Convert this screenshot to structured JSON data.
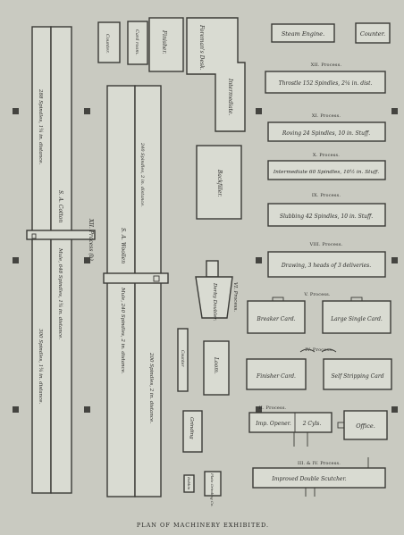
{
  "caption": "PLAN OF MACHINERY EXHIBITED.",
  "mules": {
    "left_mule_label": "288 Spindles, 1¾ in. distance.",
    "left_mule_label_lower": "300 Spindles, 1¾ in. distance.",
    "left_center_a": "S. A. Cotton",
    "left_center_b": "Mule, 648 Spindles, 1¾ in. distance.",
    "center_mule_top": "240 Spindles, 2 in. distance.",
    "center_a": "S. A. Woollen",
    "center_b": "Mule, 240 Spindles, 2 in. distance.",
    "center_mule_bottom": "200 Spindles, 2 in. distance.",
    "xii_process": "XII. Process (b)."
  },
  "machines": {
    "counter_top_left": "Counter.",
    "cardroom": "Card room.",
    "finisher": "Finisher.",
    "foremans_desk": "Foreman's Desk.",
    "intermediate": "Intermediate.",
    "steam_engine": "Steam Engine.",
    "counter_top_right": "Counter.",
    "backfiller": "Backfiller.",
    "derby_doubler": "Derby Doubler.",
    "process_vi": "VI. Process.",
    "counter_mid": "Counter",
    "loom": "Loom.",
    "grinding": "Grinding",
    "small_a": "Bobbin",
    "small_b": "Plate Grinding Co."
  },
  "processes": [
    {
      "heading": "XII. Process.",
      "label": "Throstle 152 Spindles, 2¼ in. dist."
    },
    {
      "heading": "XI. Process.",
      "label": "Roving 24 Spindles, 10 in. Stuff."
    },
    {
      "heading": "X. Process.",
      "label": "Intermediate 60 Spindles, 10½ in. Stuff."
    },
    {
      "heading": "IX. Process.",
      "label": "Slubbing 42 Spindles, 10 in. Stuff."
    },
    {
      "heading": "VIII. Process.",
      "label": "Drawing, 3 heads of 3 deliveries."
    }
  ],
  "cards": {
    "v_heading": "V. Process.",
    "breaker": "Breaker Card.",
    "large_single": "Large Single Card.",
    "iv_heading": "IV. Process.",
    "finisher": "Finisher Card.",
    "self_stripping": "Self Stripping Card"
  },
  "openers": {
    "ii_heading": "II. Process.",
    "imp_opener": "Imp. Opener.",
    "opener_num": "2 Cyls.",
    "office": "Office.",
    "iii_iv_heading": "III. & IV. Process.",
    "scutcher": "Improved Double Scutcher."
  }
}
